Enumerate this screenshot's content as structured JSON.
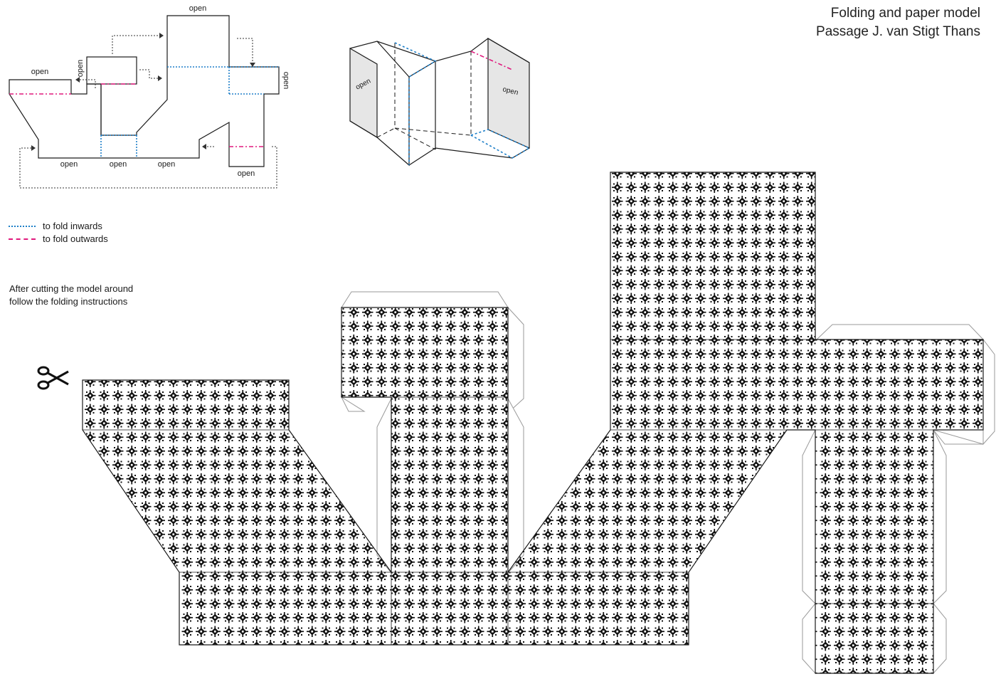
{
  "title": {
    "line1": "Folding and paper model",
    "line2": "Passage J. van Stigt Thans"
  },
  "legend": {
    "inward": {
      "label": "to fold inwards",
      "color": "#1e7fc8"
    },
    "outward": {
      "label": "to fold outwards",
      "color": "#e0197d"
    }
  },
  "instructions": {
    "line1": "After cutting the model around",
    "line2": "follow the folding instructions"
  },
  "diagram_labels": {
    "open": "open"
  },
  "colors": {
    "outline": "#1a1a1a",
    "tab": "#9a9a9a",
    "shade": "#e6e6e6",
    "arrow": "#333333"
  },
  "icons": {
    "cut": "scissors-icon"
  }
}
